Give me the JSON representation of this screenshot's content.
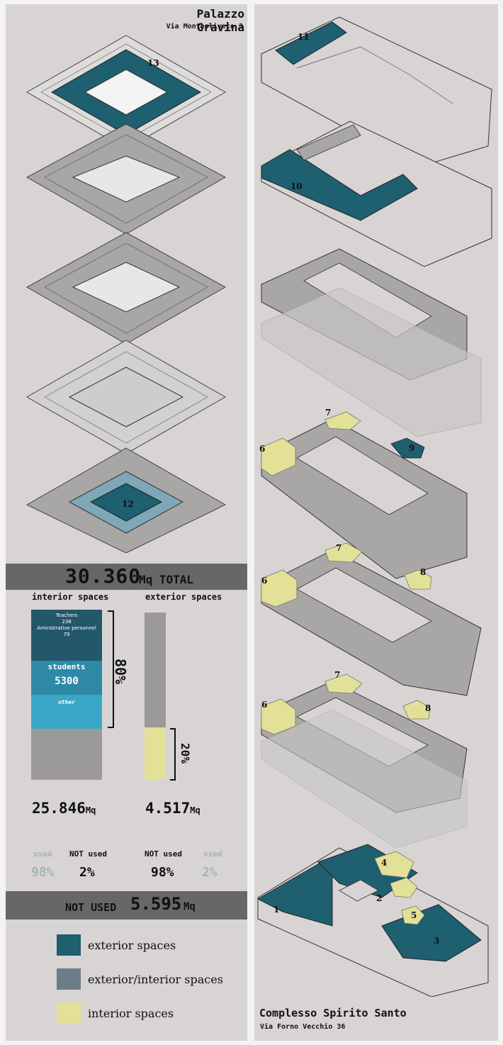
{
  "left": {
    "building_name": "Palazzo Gravina",
    "address": "Via Monteoliveto 3",
    "floor_labels": [
      "13",
      "12"
    ],
    "total_value": "30.360",
    "total_unit": "Mq TOTAL",
    "interior_heading": "interior spaces",
    "exterior_heading": "exterior spaces",
    "bar_segments": {
      "teachers_label": "Teachers",
      "teachers_count": "238",
      "admin_label": "Aministrative personnel",
      "admin_count": "79",
      "students_label": "students",
      "students_count": "5300",
      "other_label": "other"
    },
    "pct_interior_used": "80%",
    "pct_exterior": "20%",
    "interior_area_value": "25.846",
    "interior_area_unit": "Mq",
    "exterior_area_value": "4.517",
    "exterior_area_unit": "Mq",
    "interior_used_label": "used",
    "interior_used_pct": "98%",
    "interior_notused_label": "NOT used",
    "interior_notused_pct": "2%",
    "exterior_notused_label": "NOT used",
    "exterior_notused_pct": "98%",
    "exterior_used_label": "used",
    "exterior_used_pct": "2%",
    "not_used_prefix": "NOT USED",
    "not_used_value": "5.595",
    "not_used_unit": "Mq",
    "legend": [
      {
        "label": "exterior spaces",
        "color": "#1e5f70"
      },
      {
        "label": "exterior/interior spaces",
        "color": "#6d7d88"
      },
      {
        "label": "interior spaces",
        "color": "#e2e197"
      }
    ]
  },
  "right": {
    "floor_labels": [
      "11",
      "10",
      "9",
      "7",
      "6",
      "7",
      "8",
      "6",
      "7",
      "6",
      "8",
      "4",
      "2",
      "5",
      "3",
      "1"
    ],
    "building_name": "Complesso Spirito Santo",
    "address": "Via Forno Vecchio 36"
  },
  "colors": {
    "panel_bg": "#d7d4d3",
    "band_bg": "#676767",
    "exterior_teal": "#1e5f70",
    "interior_yellow": "#e2e197",
    "teachers_blue": "#23576a",
    "students_blue": "#2d89a6",
    "other_blue": "#3ba7c6",
    "unused_gray": "#9b9999",
    "plan_fill": "#a9a7a6",
    "line": "#3a3a3a"
  }
}
